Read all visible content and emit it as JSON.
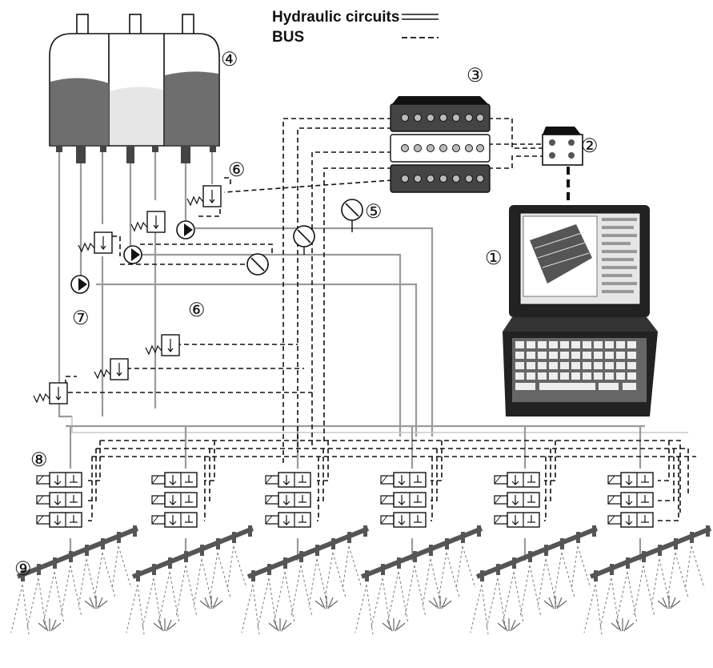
{
  "legend": {
    "hydraulic_label": "Hydraulic circuits",
    "bus_label": "BUS"
  },
  "callouts": {
    "computer": "①",
    "interface": "②",
    "controllers": "③",
    "tanks": "④",
    "pressure_gauge": "⑤",
    "valves_upper": "⑥",
    "valves_lower": "⑥",
    "pump": "⑦",
    "section_valves": "⑧",
    "nozzle_boom": "⑨"
  },
  "colors": {
    "tank_fill_dark": "#6e6e6e",
    "tank_fill_light": "#e6e6e6",
    "hydraulic_line": "#9a9a9a",
    "bus_line": "#111111",
    "screen": "#3a3a3a"
  }
}
